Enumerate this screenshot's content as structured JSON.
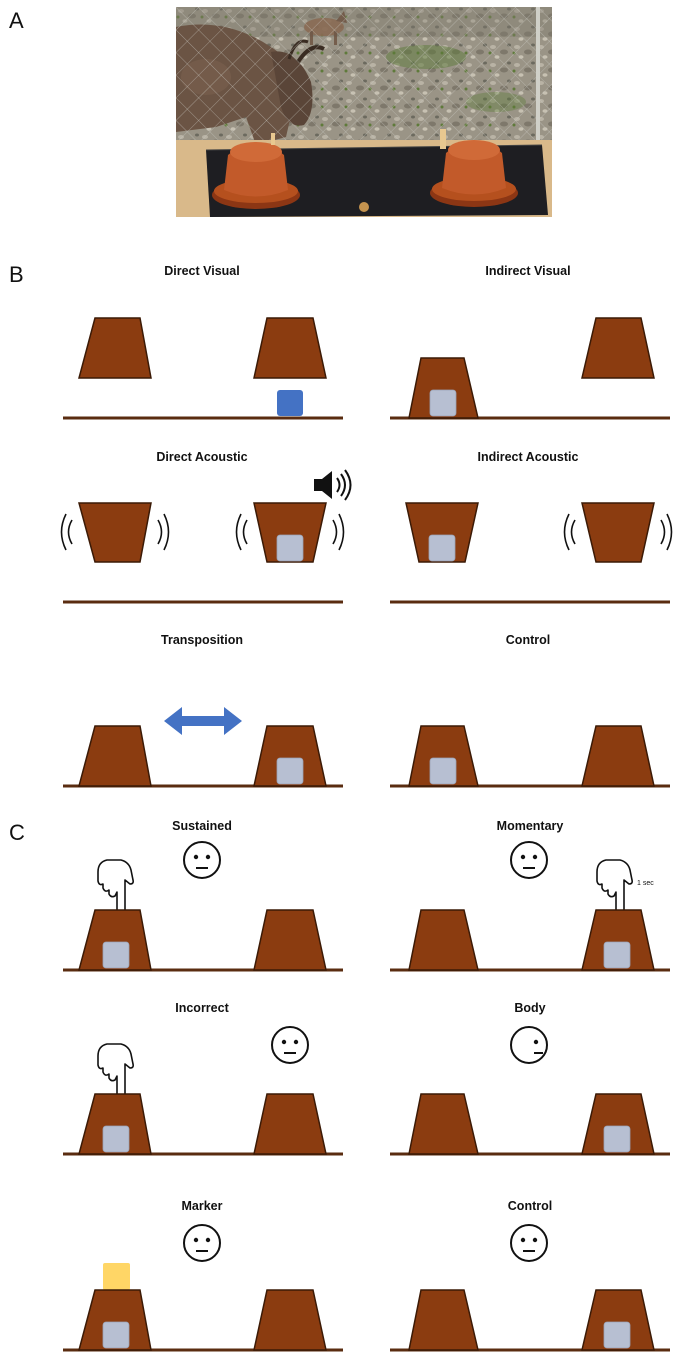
{
  "panels": {
    "a": "A",
    "b": "B",
    "c": "C"
  },
  "colors": {
    "pot": "#8B3C10",
    "ground": "#5a2c10",
    "food_hidden": "#b7bfd2",
    "food_visible": "#4472c4",
    "marker": "#ffd666",
    "arrow": "#4472c4"
  },
  "photo": {
    "content": "goat-at-fence-with-two-cups",
    "icons": [
      "goat",
      "fence",
      "orange-cups",
      "black-board"
    ]
  },
  "section_b": {
    "direct_visual": "Direct Visual",
    "indirect_visual": "Indirect Visual",
    "direct_acoustic": "Direct Acoustic",
    "indirect_acoustic": "Indirect Acoustic",
    "transposition": "Transposition",
    "control": "Control"
  },
  "section_c": {
    "sustained": "Sustained",
    "momentary": "Momentary",
    "momentary_duration": "1 sec",
    "incorrect": "Incorrect",
    "body": "Body",
    "marker": "Marker",
    "control": "Control"
  }
}
